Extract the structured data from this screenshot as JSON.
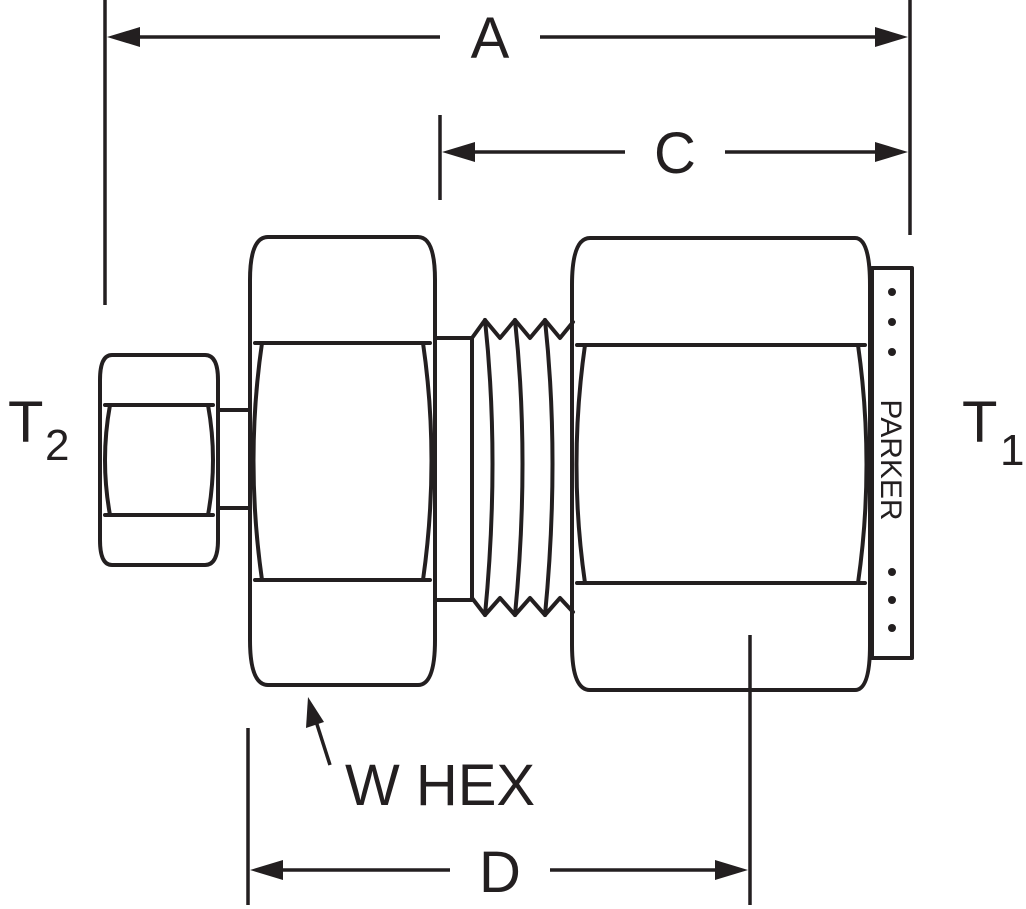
{
  "diagram": {
    "dimensions": {
      "a": "A",
      "c": "C",
      "d": "D",
      "w_hex": "W HEX"
    },
    "ports": {
      "t2_main": "T",
      "t2_sub": "2",
      "t1_main": "T",
      "t1_sub": "1"
    },
    "brand_plate": "PARKER",
    "colors": {
      "ink": "#231f20",
      "background": "#ffffff"
    }
  }
}
